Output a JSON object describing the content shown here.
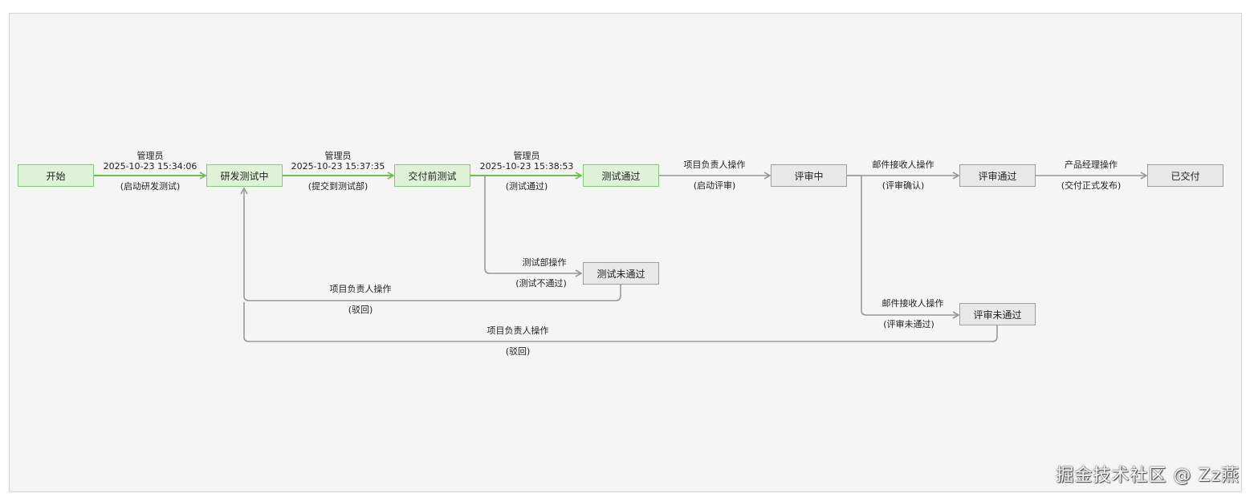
{
  "nodes": {
    "start": "开始",
    "dev_testing": "研发测试中",
    "pre_delivery_test": "交付前测试",
    "test_passed": "测试通过",
    "reviewing": "评审中",
    "review_passed": "评审通过",
    "delivered": "已交付",
    "test_failed": "测试未通过",
    "review_failed": "评审未通过"
  },
  "edges": {
    "e1": {
      "actor": "管理员",
      "time": "2025-10-23 15:34:06",
      "action": "(启动研发测试)"
    },
    "e2": {
      "actor": "管理员",
      "time": "2025-10-23 15:37:35",
      "action": "(提交到测试部)"
    },
    "e3": {
      "actor": "管理员",
      "time": "2025-10-23 15:38:53",
      "action": "(测试通过)"
    },
    "e4": {
      "actor": "项目负责人操作",
      "action": "(启动评审)"
    },
    "e5": {
      "actor": "邮件接收人操作",
      "action": "(评审确认)"
    },
    "e6": {
      "actor": "产品经理操作",
      "action": "(交付正式发布)"
    },
    "e7": {
      "actor": "测试部操作",
      "action": "(测试不通过)"
    },
    "e8": {
      "actor": "项目负责人操作",
      "action": "(驳回)"
    },
    "e9": {
      "actor": "邮件接收人操作",
      "action": "(评审未通过)"
    },
    "e10": {
      "actor": "项目负责人操作",
      "action": "(驳回)"
    }
  },
  "colors": {
    "completed": "#6cc04a",
    "pending": "#999999"
  },
  "watermark": "掘金技术社区 @ Zz燕"
}
